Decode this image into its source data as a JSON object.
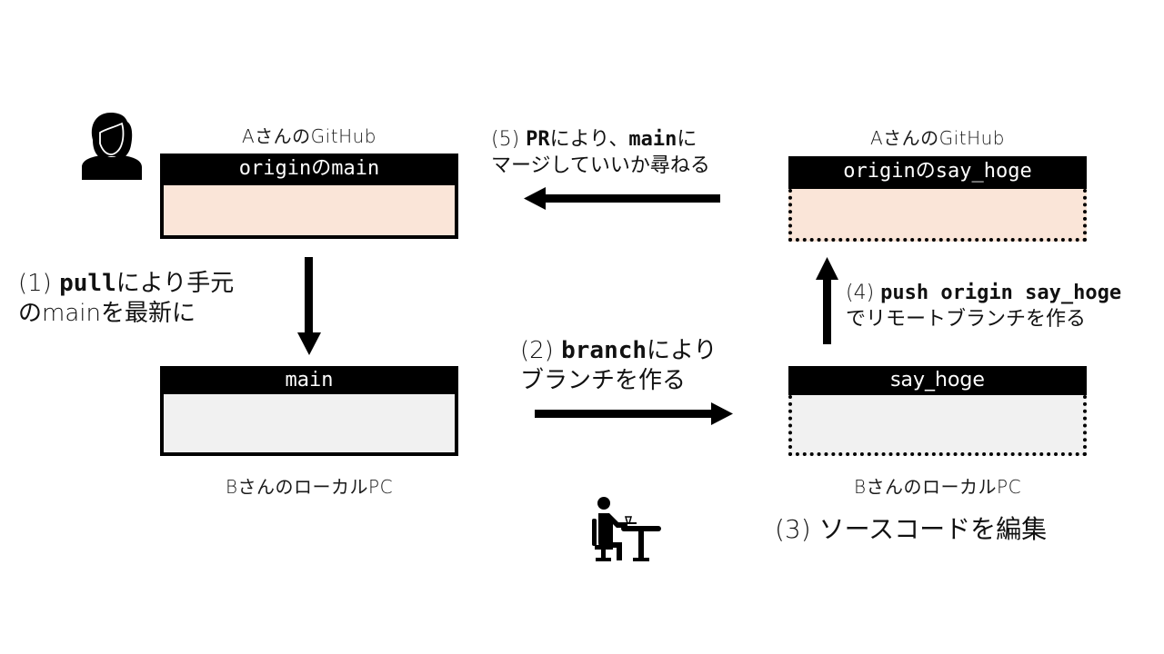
{
  "colors": {
    "remote_fill": "#fae5d8",
    "local_fill": "#f1f1f1",
    "header_bg": "#000000",
    "header_text": "#ffffff"
  },
  "icons": {
    "user_a": "woman-user-icon",
    "user_b": "person-at-desk-icon"
  },
  "boxes": {
    "origin_main": {
      "caption": "AさんのGitHub",
      "label": "originのmain",
      "border": "solid"
    },
    "origin_say_hoge": {
      "caption": "AさんのGitHub",
      "label": "originのsay_hoge",
      "border": "dotted"
    },
    "local_main": {
      "caption": "BさんのローカルPC",
      "label": "main",
      "border": "solid"
    },
    "local_say_hoge": {
      "caption": "BさんのローカルPC",
      "label": "say_hoge",
      "border": "dotted"
    }
  },
  "steps": {
    "step1": {
      "num": "(1)",
      "code": "pull",
      "line1_rest": "により手元",
      "line2": "のmainを最新に",
      "arrow": "down"
    },
    "step2": {
      "num": "(2)",
      "code": "branch",
      "line1_rest": "により",
      "line2": "ブランチを作る",
      "arrow": "right"
    },
    "step3": {
      "text": "(3) ソースコードを編集"
    },
    "step4": {
      "num": "(4)",
      "code": "push origin say_hoge",
      "line2": "でリモートブランチを作る",
      "arrow": "up"
    },
    "step5": {
      "num": "(5)",
      "code1": "PR",
      "mid": "により、",
      "code2": "main",
      "end": "に",
      "line2": "マージしていいか尋ねる",
      "arrow": "left"
    }
  }
}
